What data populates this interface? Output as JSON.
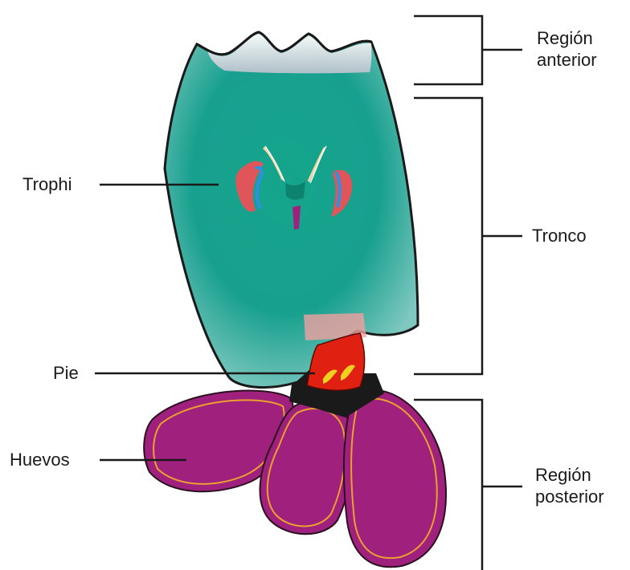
{
  "labels": {
    "region_anterior": [
      "Región",
      "anterior"
    ],
    "trophi": "Trophi",
    "tronco": "Tronco",
    "pie": "Pie",
    "huevos": "Huevos",
    "region_posterior": [
      "Región",
      "posterior"
    ]
  },
  "colors": {
    "body": "#15a08a",
    "body_dark": "#0b7a68",
    "corona": "#c9cfd6",
    "outline": "#1a1a1a",
    "trophi_red": "#e0555a",
    "trophi_blue": "#2f8fe0",
    "foot": "#e02010",
    "foot_toes": "#f0d020",
    "neck": "#1a1a1a",
    "eggs": "#a0207e",
    "egg_rim": "#e9a030",
    "stomach_pink": "#f0a0a0"
  }
}
